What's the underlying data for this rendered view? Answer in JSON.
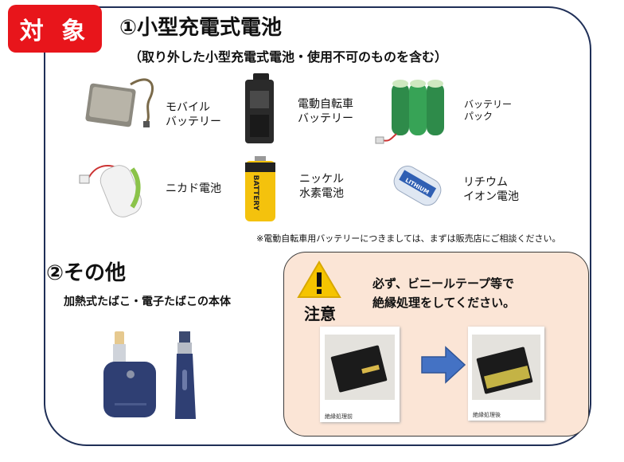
{
  "header": {
    "badge": "対 象",
    "title": "①小型充電式電池",
    "subtitle": "（取り外した小型充電式電池・使用不可のものを含む）"
  },
  "items": {
    "mobile": [
      "モバイル",
      "バッテリー"
    ],
    "ebike": [
      "電動自転車",
      "バッテリー"
    ],
    "pack": [
      "バッテリー",
      "パック"
    ],
    "nicad": "ニカド電池",
    "nimh": [
      "ニッケル",
      "水素電池"
    ],
    "lithium": [
      "リチウム",
      "イオン電池"
    ]
  },
  "note": "※電動自転車用バッテリーにつきましては、まずは販売店にご相談ください。",
  "section2": {
    "title": "②その他",
    "subtitle": "加熱式たばこ・電子たばこの本体"
  },
  "caution": {
    "label": "注意",
    "text_line1": "必ず、ビニールテープ等で",
    "text_line2": "絶縁処理をしてください。",
    "before_caption": "絶縁処理前",
    "after_caption": "絶縁処理後"
  },
  "colors": {
    "badge": "#e8151b",
    "frame": "#1f2f57",
    "caution_bg": "#fbe5d6",
    "arrow": "#4472c4",
    "warning": "#f5c400"
  }
}
